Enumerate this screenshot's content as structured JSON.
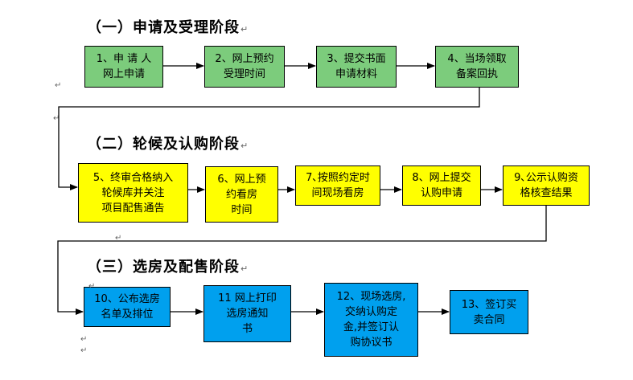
{
  "stages": [
    {
      "title": "（一）申请及受理阶段",
      "mark": "↵"
    },
    {
      "title": "（二）轮候及认购阶段",
      "mark": "↵"
    },
    {
      "title": "（三）选房及配售阶段",
      "mark": "↵"
    }
  ],
  "steps": [
    {
      "label": "1、申 请 人\n网上申请"
    },
    {
      "label": "2、网上预约\n受理时间"
    },
    {
      "label": "3、提交书面\n申请材料"
    },
    {
      "label": "4、当场领取\n备案回执"
    },
    {
      "label": "5、终审合格纳入\n轮候库并关注\n项目配售通告"
    },
    {
      "label": "6、网上预\n约看房\n时间"
    },
    {
      "label": "7､按照约定时\n间现场看房"
    },
    {
      "label": "8、网上提交\n认购申请"
    },
    {
      "label": "9､公示认购资\n格核查结果"
    },
    {
      "label": "10、公布选房\n名单及排位"
    },
    {
      "label": "11 网上打印\n选房通知\n书"
    },
    {
      "label": "12、现场选房,\n交纳认购定\n金,并签订认\n购协议书"
    },
    {
      "label": "13、签订买\n卖合同"
    }
  ],
  "paragraph_mark": "↵",
  "colors": {
    "stage1": "#7ccc7c",
    "stage2": "#ffff00",
    "stage3": "#00a0ee",
    "line": "#000000"
  }
}
